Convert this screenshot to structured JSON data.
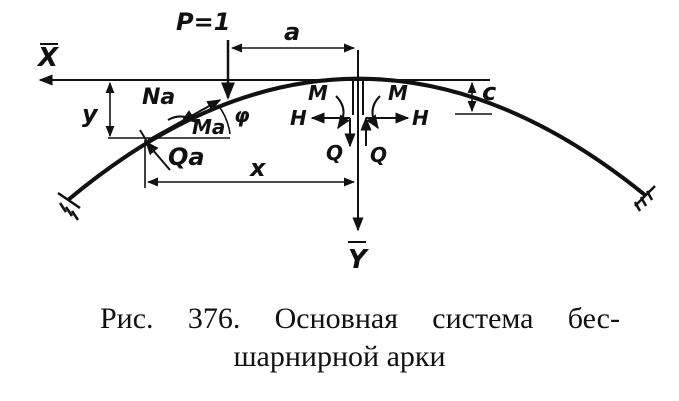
{
  "labels": {
    "p_load": "P=1",
    "a": "a",
    "x_bar": "X",
    "y_bar": "Y",
    "y": "y",
    "x": "x",
    "Na": "Na",
    "Ma": "Ma",
    "phi": "φ",
    "Qa": "Qa",
    "M_left": "M",
    "M_right": "M",
    "H_left": "H",
    "H_right": "H",
    "Q_left": "Q",
    "Q_right": "Q",
    "c": "c"
  },
  "caption": {
    "line1": "Рис. 376. Основная система бес-",
    "line2": "шарнирной арки"
  }
}
